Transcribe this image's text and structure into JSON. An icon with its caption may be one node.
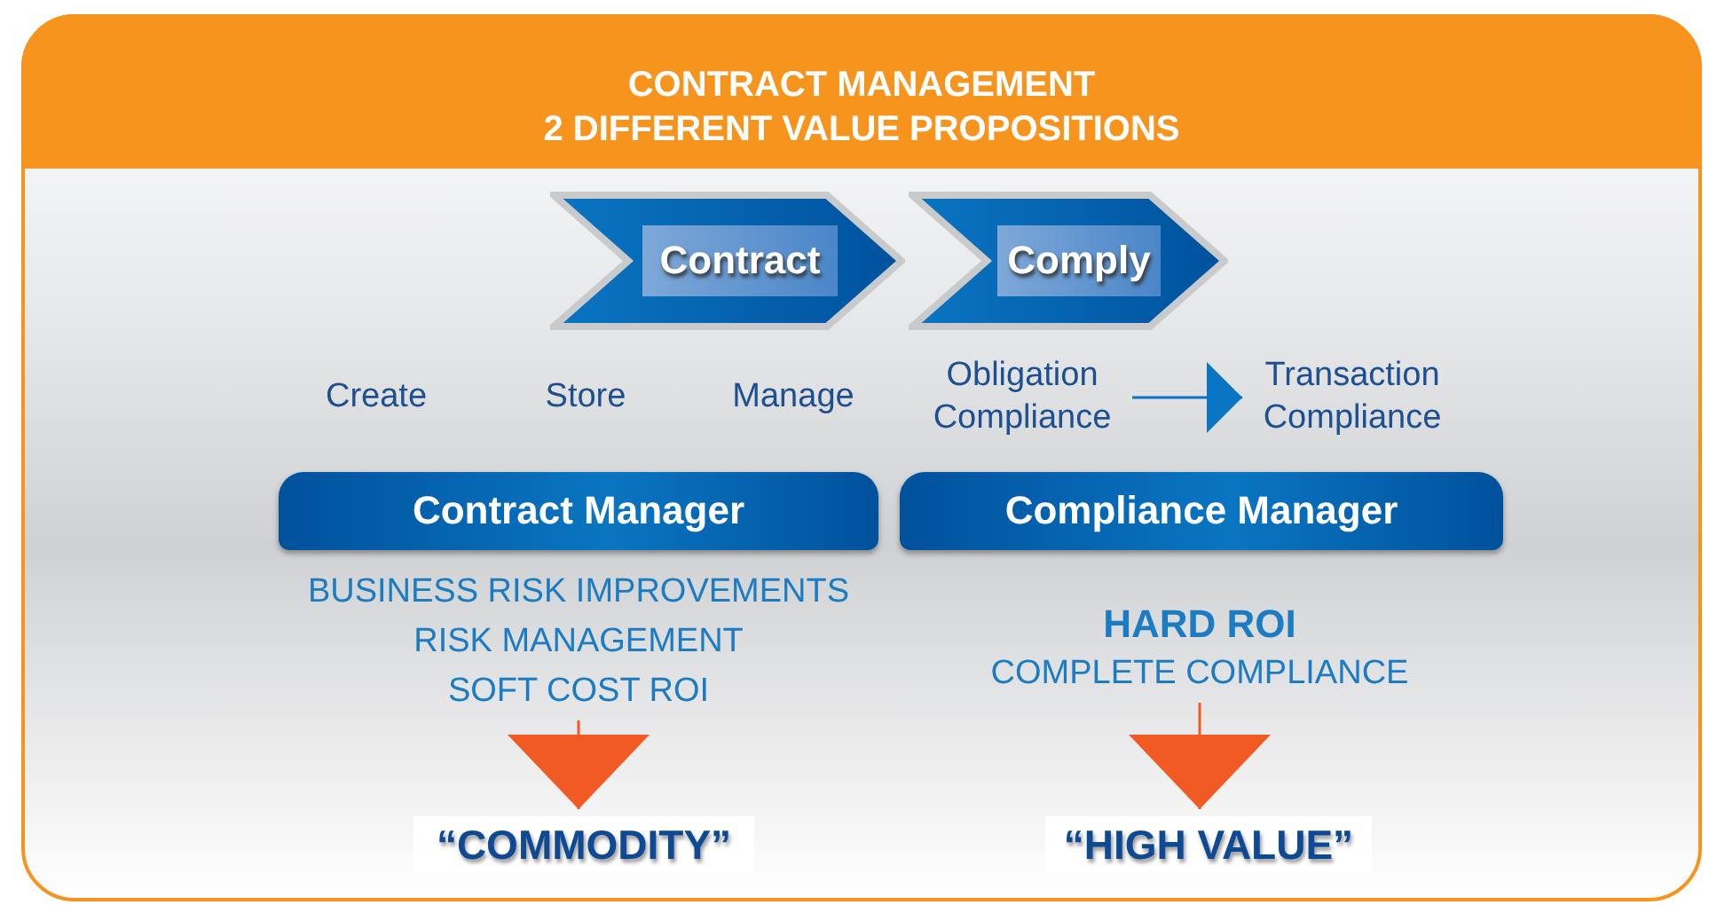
{
  "diagram": {
    "title": "CONTRACT MANAGEMENT 2 DIFFERENT VALUE PROPOSITIONS",
    "nodes": [
      {
        "text": [
          "Contract"
        ]
      },
      {
        "text": [
          "Comply"
        ]
      },
      {
        "text": [
          "Obligation Compliance"
        ]
      },
      {
        "text": [
          "Transaction Compliance"
        ]
      },
      {
        "text": [
          "Contract Manager"
        ]
      },
      {
        "text": [
          "Compliance Manager"
        ]
      },
      {
        "text": [
          "BUSINESS RISK IMPROVEMENTS",
          "RISK MANAGEMENT",
          "SOFT COST ROI"
        ]
      },
      {
        "text": [
          "HARD ROI",
          "COMPLETE COMPLIANCE"
        ]
      },
      {
        "text": [
          "“COMMODITY”"
        ]
      },
      {
        "text": [
          "“HIGH VALUE”"
        ]
      }
    ],
    "edges": [
      {
        "from": 2,
        "to": 3,
        "arrow": "to",
        "color": "#0a75c2"
      },
      {
        "from": 6,
        "to": 8,
        "arrow": "to"
      },
      {
        "from": 7,
        "to": 9,
        "arrow": "to"
      }
    ],
    "labels": [
      "Create",
      "Store",
      "Manage"
    ]
  }
}
